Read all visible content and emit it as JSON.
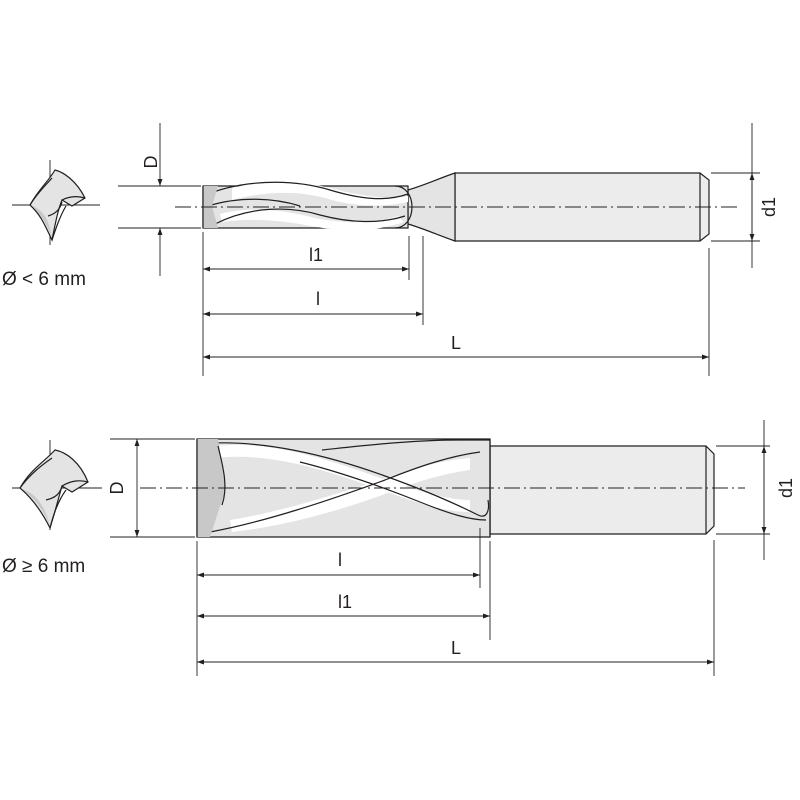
{
  "variant_small": {
    "caption": "Ø < 6 mm",
    "label_D": "D",
    "label_d1": "d1",
    "label_l1": "l1",
    "label_l": "l",
    "label_L": "L"
  },
  "variant_large": {
    "caption": "Ø ≥ 6 mm",
    "label_D": "D",
    "label_d1": "d1",
    "label_l": "l",
    "label_l1": "l1",
    "label_L": "L"
  },
  "colors": {
    "line": "#231f20",
    "fill": "#e4e4e4"
  }
}
